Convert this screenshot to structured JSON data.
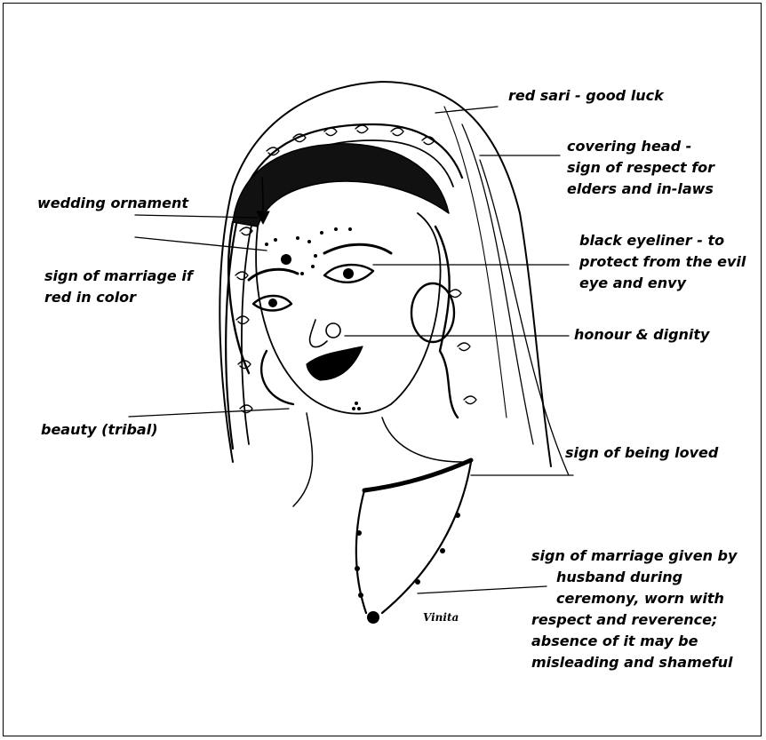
{
  "annotations": {
    "red_sari": "red sari - good luck",
    "covering_head": [
      "covering head -",
      "sign of respect for",
      "elders and in-laws"
    ],
    "wedding_ornament": "wedding ornament",
    "bindi": [
      "sign of marriage if",
      "red in color"
    ],
    "eyeliner": [
      "black eyeliner - to",
      "protect from the evil",
      "eye and envy"
    ],
    "nose_ring": "honour & dignity",
    "tattoo": "beauty (tribal)",
    "choker": "sign of being loved",
    "mangalsutra": [
      "sign of marriage given by",
      "husband during",
      "ceremony, worn with",
      "respect and reverence;",
      "absence of it may be",
      "misleading and shameful"
    ]
  },
  "artist_signature": "Vinita"
}
